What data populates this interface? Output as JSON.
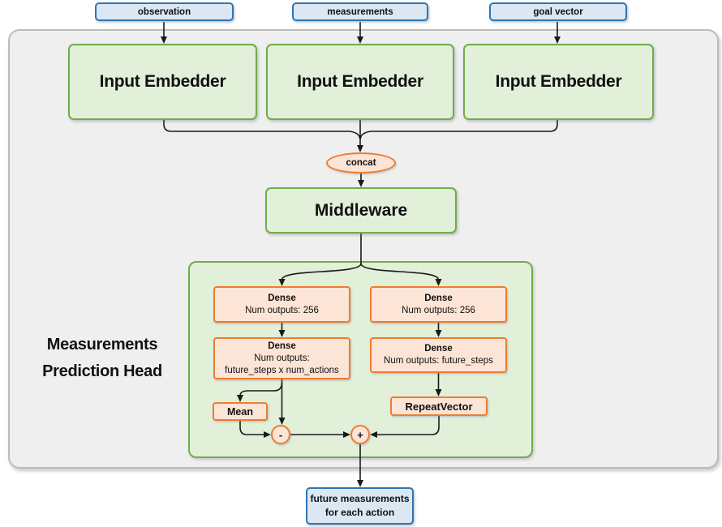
{
  "diagram": {
    "inputs": [
      {
        "label": "observation"
      },
      {
        "label": "measurements"
      },
      {
        "label": "goal vector"
      }
    ],
    "embedders": [
      {
        "label": "Input Embedder"
      },
      {
        "label": "Input Embedder"
      },
      {
        "label": "Input Embedder"
      }
    ],
    "concat_label": "concat",
    "middleware_label": "Middleware",
    "head": {
      "title_line1": "Measurements",
      "title_line2": "Prediction Head",
      "left_branch": {
        "dense1_title": "Dense",
        "dense1_sub": "Num outputs: 256",
        "dense2_title": "Dense",
        "dense2_sub_line1": "Num outputs:",
        "dense2_sub_line2": "future_steps x num_actions",
        "mean_label": "Mean",
        "minus_label": "-"
      },
      "right_branch": {
        "dense1_title": "Dense",
        "dense1_sub": "Num outputs: 256",
        "dense2_title": "Dense",
        "dense2_sub": "Num outputs: future_steps",
        "repeat_label": "RepeatVector",
        "plus_label": "+"
      }
    },
    "output": {
      "line1": "future measurements",
      "line2": "for each action"
    },
    "colors": {
      "input_box_fill": "#dbe7f3",
      "input_box_border": "#2e75b6",
      "green_fill": "#e2efd9",
      "green_border": "#70ad47",
      "orange_fill": "#fce4d6",
      "orange_border": "#ed7d31",
      "container_fill": "#efefef",
      "container_border": "#bcbcbc",
      "line": "#1a1a1a"
    }
  }
}
